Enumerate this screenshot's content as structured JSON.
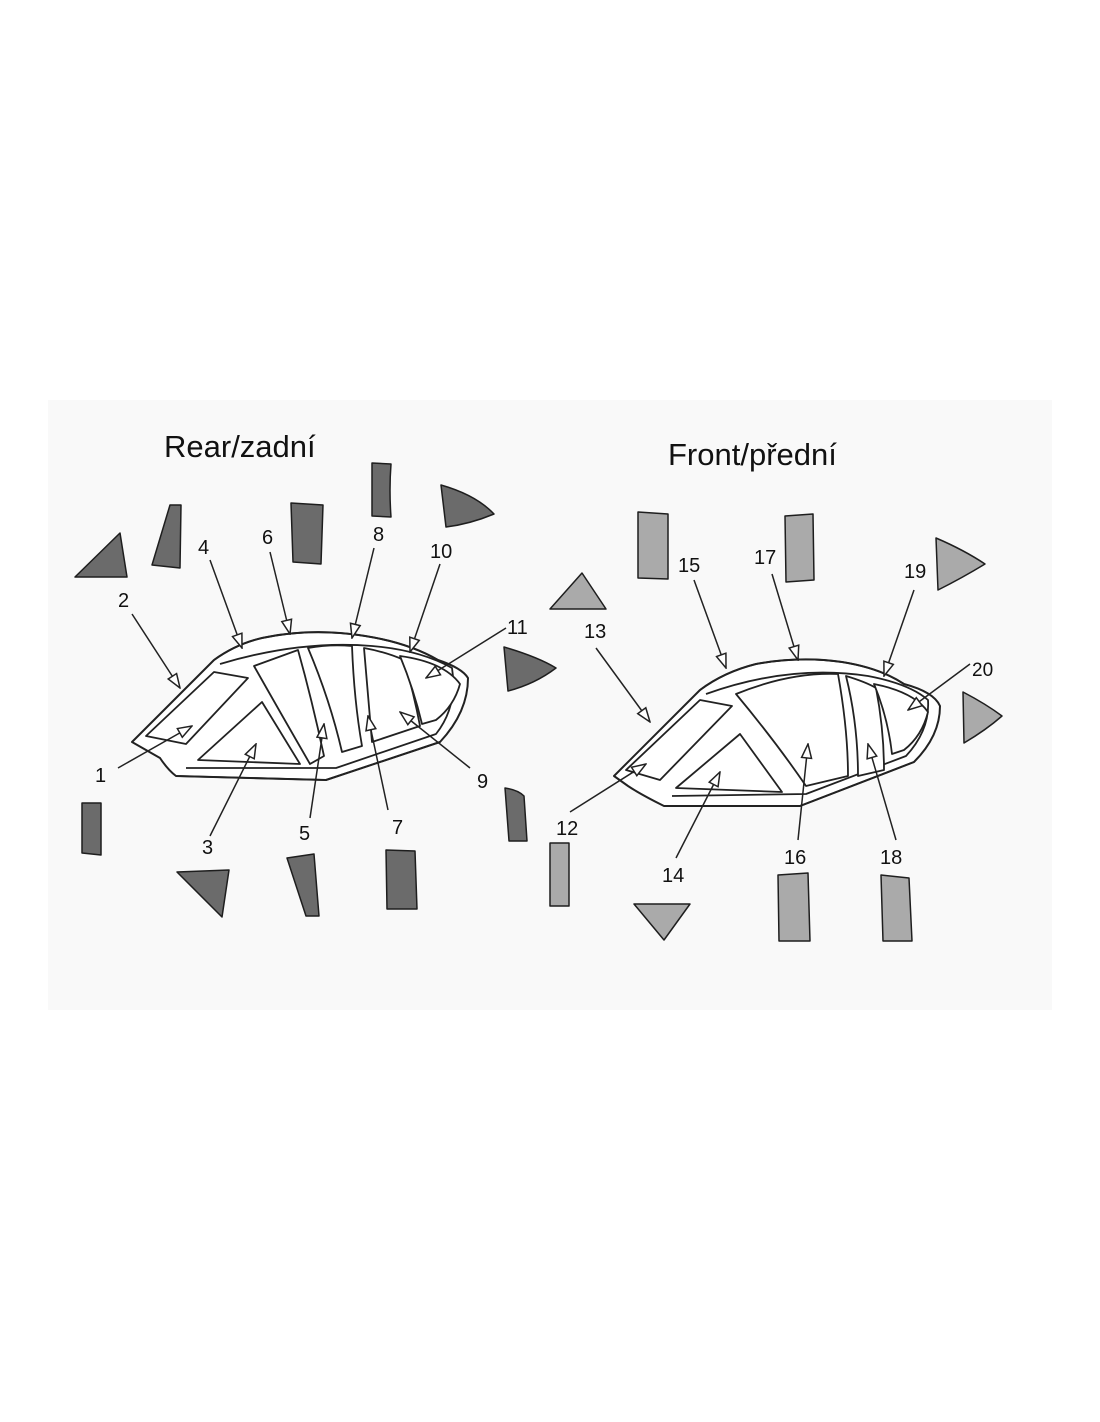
{
  "diagram": {
    "rear": {
      "title": "Rear/zadní",
      "mask_color": "#6b6b6b",
      "labels": [
        "1",
        "2",
        "3",
        "4",
        "5",
        "6",
        "7",
        "8",
        "9",
        "10",
        "11"
      ]
    },
    "front": {
      "title": "Front/přední",
      "mask_color": "#aaaaaa",
      "labels": [
        "12",
        "13",
        "14",
        "15",
        "16",
        "17",
        "18",
        "19",
        "20"
      ]
    }
  }
}
